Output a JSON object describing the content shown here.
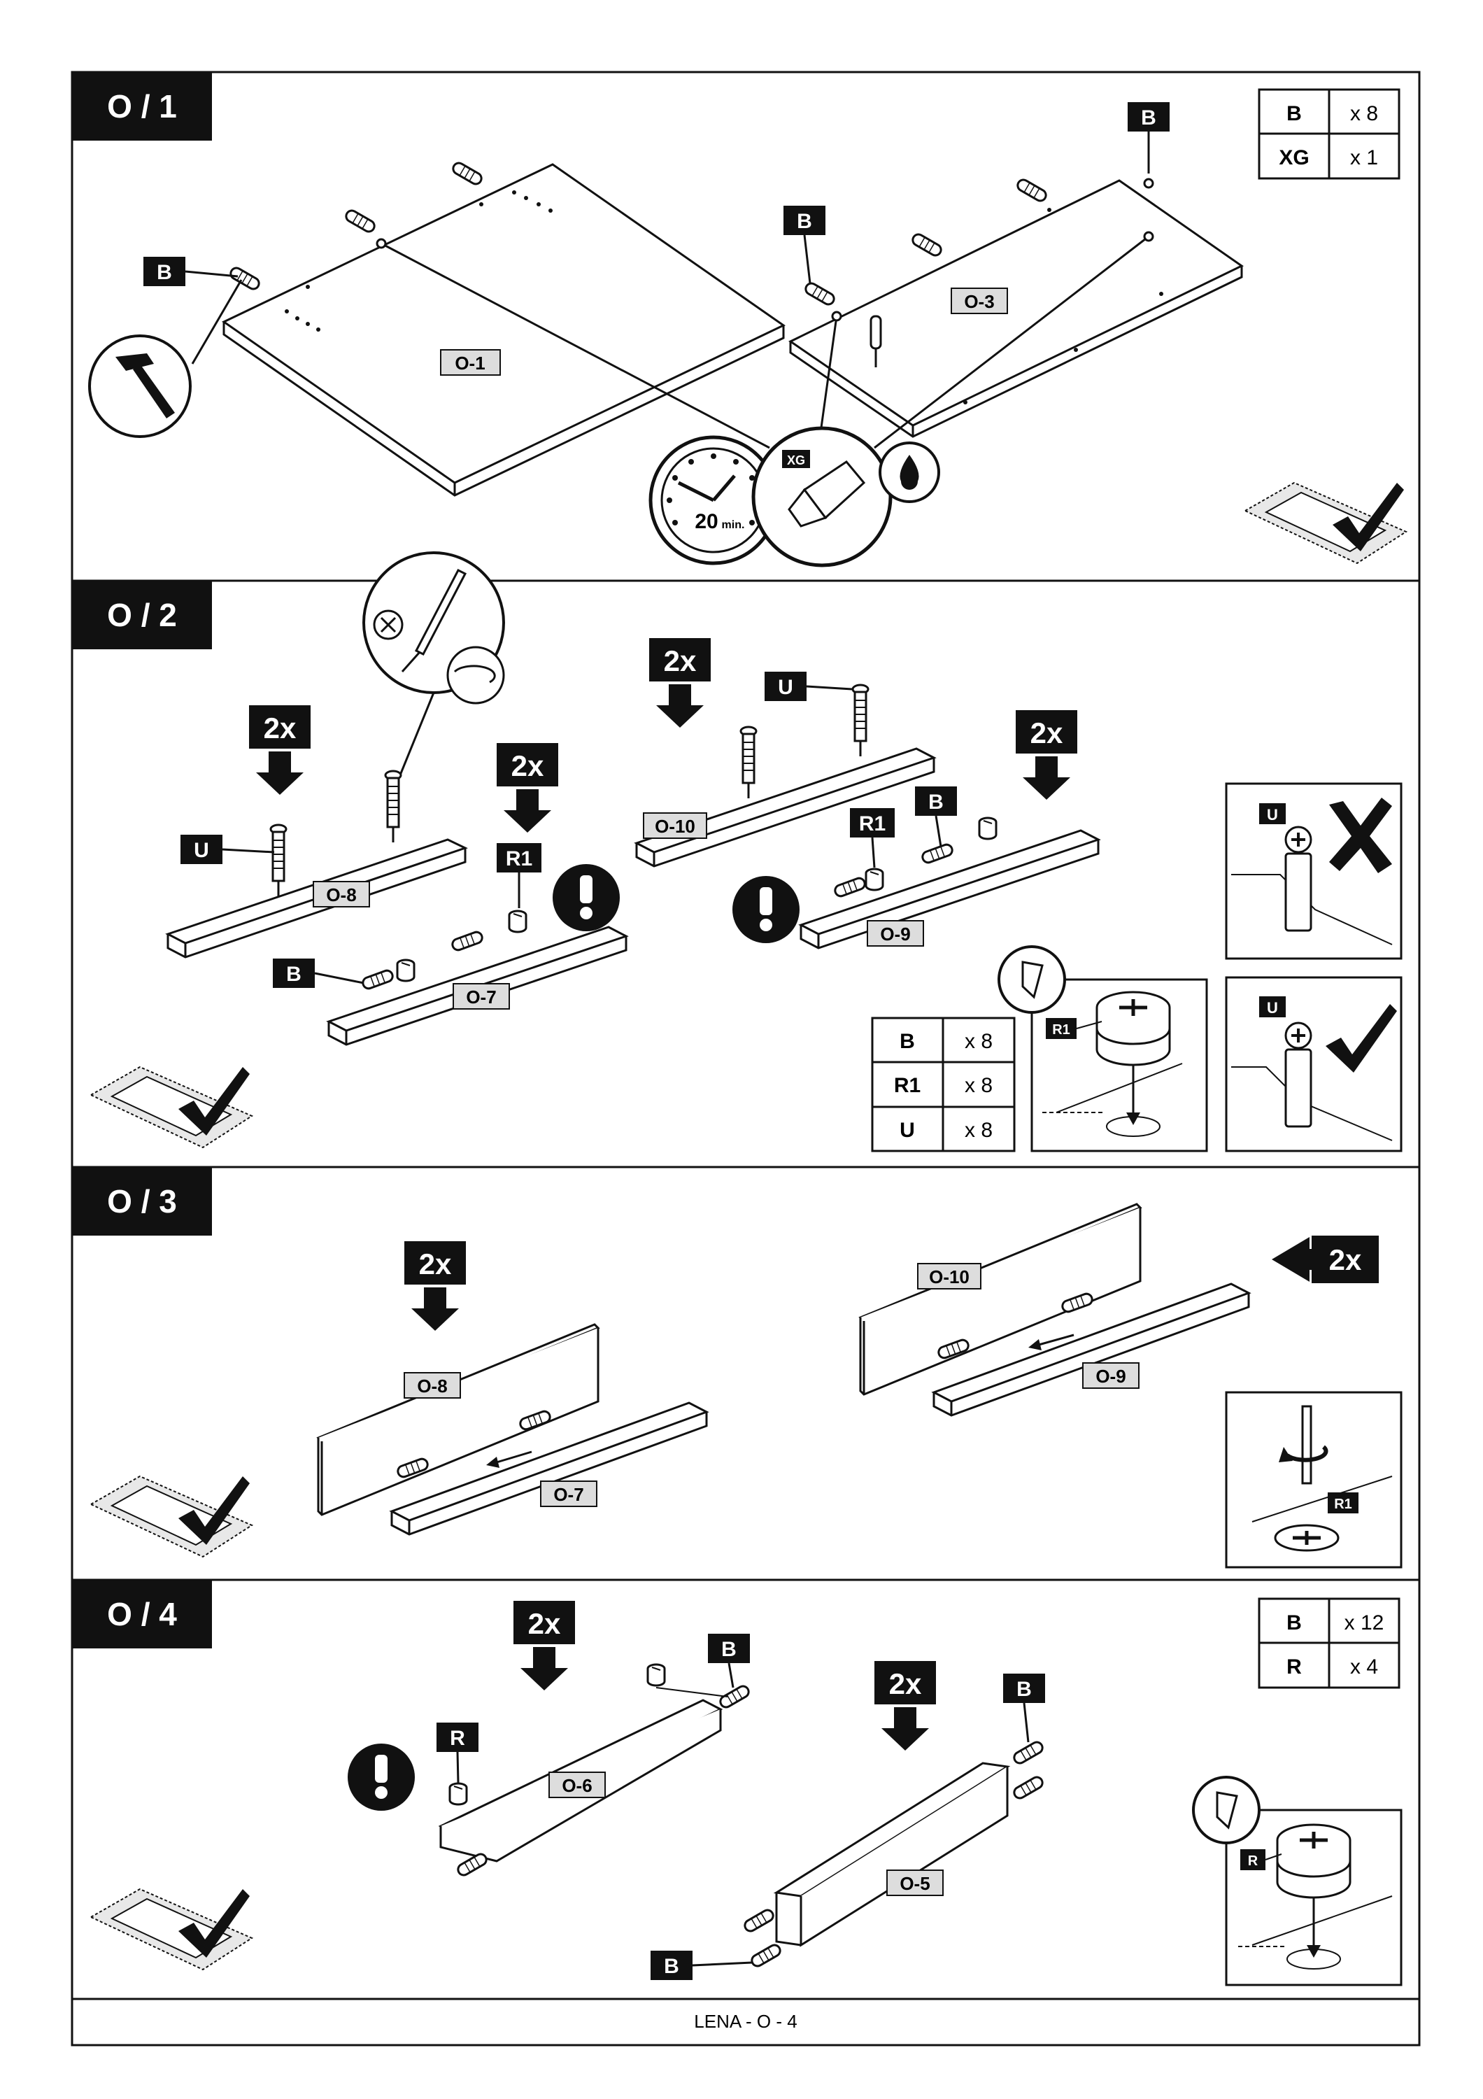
{
  "document": {
    "footer": "LENA - O - 4"
  },
  "steps": [
    {
      "title": "O / 1",
      "parts_table": [
        {
          "code": "B",
          "qty": "x 8"
        },
        {
          "code": "XG",
          "qty": "x 1"
        }
      ],
      "labels": {
        "panel_large": "O-1",
        "panel_small": "O-3",
        "dowel_left": "B",
        "dowel_mid": "B",
        "dowel_right": "B",
        "glue_tag": "XG",
        "timer_value": "20",
        "timer_unit": "min."
      }
    },
    {
      "title": "O / 2",
      "parts_table": [
        {
          "code": "B",
          "qty": "x 8"
        },
        {
          "code": "R1",
          "qty": "x 8"
        },
        {
          "code": "U",
          "qty": "x 8"
        }
      ],
      "labels": {
        "multiplier_a": "2x",
        "multiplier_b": "2x",
        "multiplier_c": "2x",
        "multiplier_d": "2x",
        "board_o8": "O-8",
        "board_o7": "O-7",
        "board_o10": "O-10",
        "board_o9": "O-9",
        "tag_u1": "U",
        "tag_u2": "U",
        "tag_b1": "B",
        "tag_b2": "B",
        "tag_r1a": "R1",
        "tag_r1b": "R1",
        "detail_r1": "R1",
        "detail_u_wrong": "U",
        "detail_u_right": "U",
        "warning": "!"
      }
    },
    {
      "title": "O / 3",
      "labels": {
        "multiplier_a": "2x",
        "multiplier_b": "2x",
        "board_o8": "O-8",
        "board_o7": "O-7",
        "board_o10": "O-10",
        "board_o9": "O-9",
        "detail_r1": "R1"
      }
    },
    {
      "title": "O / 4",
      "parts_table": [
        {
          "code": "B",
          "qty": "x 12"
        },
        {
          "code": "R",
          "qty": "x 4"
        }
      ],
      "labels": {
        "multiplier_a": "2x",
        "multiplier_b": "2x",
        "board_o6": "O-6",
        "board_o5": "O-5",
        "tag_r": "R",
        "tag_b1": "B",
        "tag_b2": "B",
        "tag_b3": "B",
        "detail_r": "R",
        "warning": "!"
      }
    }
  ]
}
